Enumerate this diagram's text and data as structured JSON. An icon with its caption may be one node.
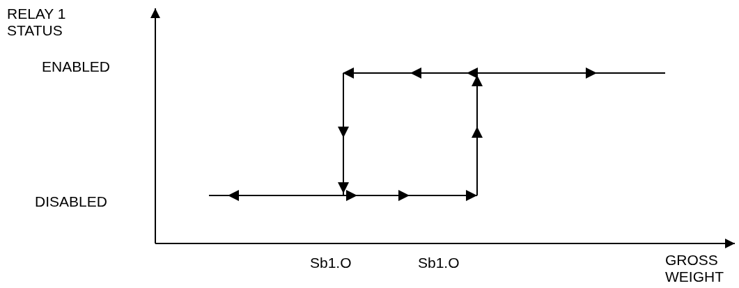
{
  "diagram": {
    "labels": [
      "RELAY 1 STATUS",
      "ENABLED",
      "DISABLED",
      "Sb1.O",
      "Sb1.O",
      "GROSS WEIGHT"
    ]
  }
}
